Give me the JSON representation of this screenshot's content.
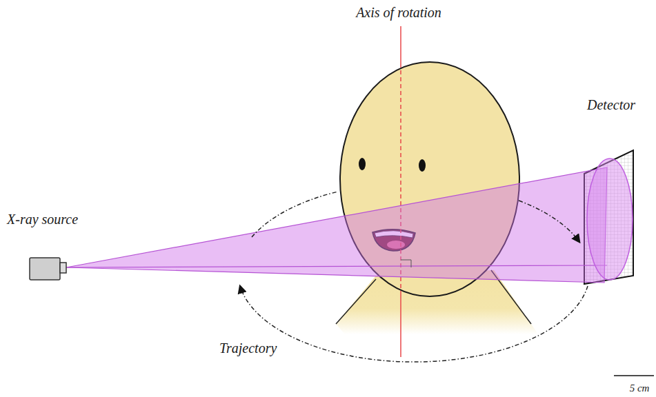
{
  "diagram": {
    "labels": [
      "Axis of rotation",
      "Detector",
      "X-ray source",
      "Trajectory",
      "5 cm"
    ]
  }
}
